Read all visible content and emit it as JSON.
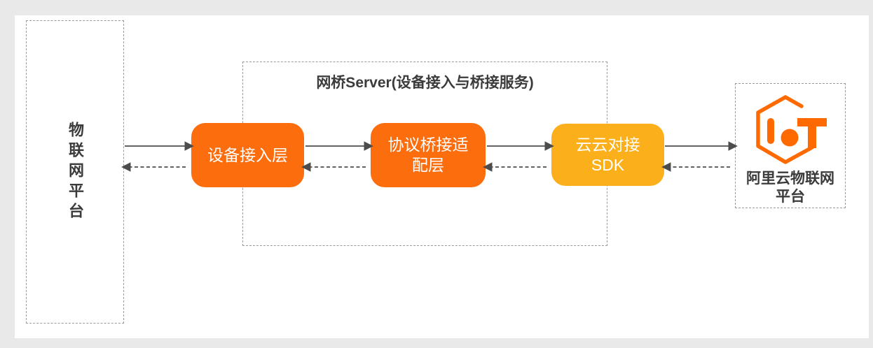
{
  "colors": {
    "box_orange": "#FC6D0E",
    "box_yellow": "#FBB01B",
    "logo_orange": "#FF6A00",
    "line": "#4C4C4C",
    "dashed_border": "#9A9A9A",
    "text_dark": "#3B3B3B",
    "text_light": "#FFFFFF",
    "canvas_bg": "#E9E9E9",
    "panel_bg": "#FFFFFF"
  },
  "diagram": {
    "iot_platform": {
      "label": "物联网平台"
    },
    "bridge_server": {
      "title": "网桥Server(设备接入与桥接服务)",
      "nodes": [
        {
          "id": "device-access-layer",
          "label": "设备接入层",
          "color": "orange"
        },
        {
          "id": "protocol-bridge-adapt-layer",
          "label": "协议桥接适\n配层",
          "color": "orange"
        },
        {
          "id": "cloud-cloud-sdk",
          "label": "云云对接\nSDK",
          "color": "yellow"
        }
      ]
    },
    "aliyun_iot_platform": {
      "label": "阿里云物联网\n平台",
      "logo": "aliyun-iot-logo"
    },
    "connections": [
      {
        "from": "iot-platform",
        "to": "device-access-layer",
        "style": "solid"
      },
      {
        "from": "device-access-layer",
        "to": "iot-platform",
        "style": "dashed"
      },
      {
        "from": "device-access-layer",
        "to": "protocol-bridge-adapt-layer",
        "style": "solid"
      },
      {
        "from": "protocol-bridge-adapt-layer",
        "to": "device-access-layer",
        "style": "dashed"
      },
      {
        "from": "protocol-bridge-adapt-layer",
        "to": "cloud-cloud-sdk",
        "style": "solid"
      },
      {
        "from": "cloud-cloud-sdk",
        "to": "protocol-bridge-adapt-layer",
        "style": "dashed"
      },
      {
        "from": "cloud-cloud-sdk",
        "to": "aliyun-iot-platform",
        "style": "solid"
      },
      {
        "from": "aliyun-iot-platform",
        "to": "cloud-cloud-sdk",
        "style": "dashed"
      }
    ]
  }
}
